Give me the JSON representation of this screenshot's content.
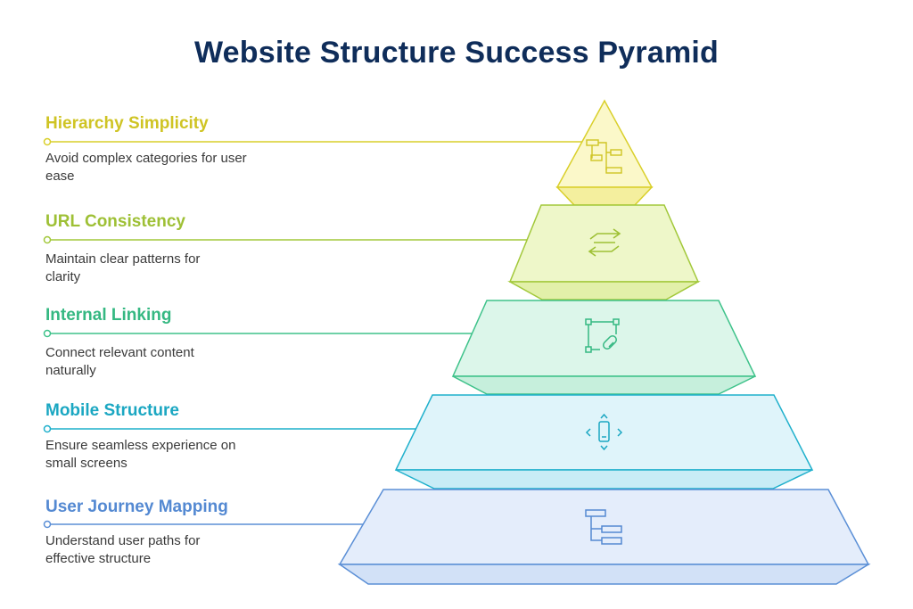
{
  "title": "Website Structure Success Pyramid",
  "levels": [
    {
      "label": "Hierarchy Simplicity",
      "description": "Avoid complex categories for user ease",
      "color": "#d9cf2a",
      "fill": "#fbf8c9",
      "icon": "hierarchy-icon"
    },
    {
      "label": "URL Consistency",
      "description": "Maintain clear patterns for clarity",
      "color": "#a2c83a",
      "fill": "#eef7c9",
      "icon": "exchange-arrows-icon"
    },
    {
      "label": "Internal Linking",
      "description": "Connect relevant content naturally",
      "color": "#3ec28a",
      "fill": "#dcf6ea",
      "icon": "link-icon"
    },
    {
      "label": "Mobile Structure",
      "description": "Ensure seamless experience on small screens",
      "color": "#1fb0cc",
      "fill": "#dff4fa",
      "icon": "mobile-icon"
    },
    {
      "label": "User Journey Mapping",
      "description": "Understand user paths for effective structure",
      "color": "#5b8fd6",
      "fill": "#e4edfb",
      "icon": "flowchart-icon"
    }
  ]
}
